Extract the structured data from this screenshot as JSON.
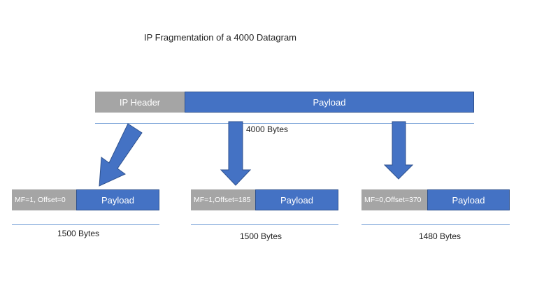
{
  "diagram": {
    "title": "IP Fragmentation of a 4000 Datagram",
    "original": {
      "header_label": "IP Header",
      "payload_label": "Payload",
      "size_label": "4000 Bytes"
    },
    "fragments": [
      {
        "header_label": "MF=1, Offset=0",
        "payload_label": "Payload",
        "size_label": "1500 Bytes"
      },
      {
        "header_label": "MF=1,Offset=185",
        "payload_label": "Payload",
        "size_label": "1500 Bytes"
      },
      {
        "header_label": "MF=0,Offset=370",
        "payload_label": "Payload",
        "size_label": "1480 Bytes"
      }
    ],
    "colors": {
      "header_fill": "#a5a5a5",
      "payload_fill": "#4472c4",
      "arrow_fill": "#4472c4",
      "line": "#7aa3d8"
    }
  }
}
